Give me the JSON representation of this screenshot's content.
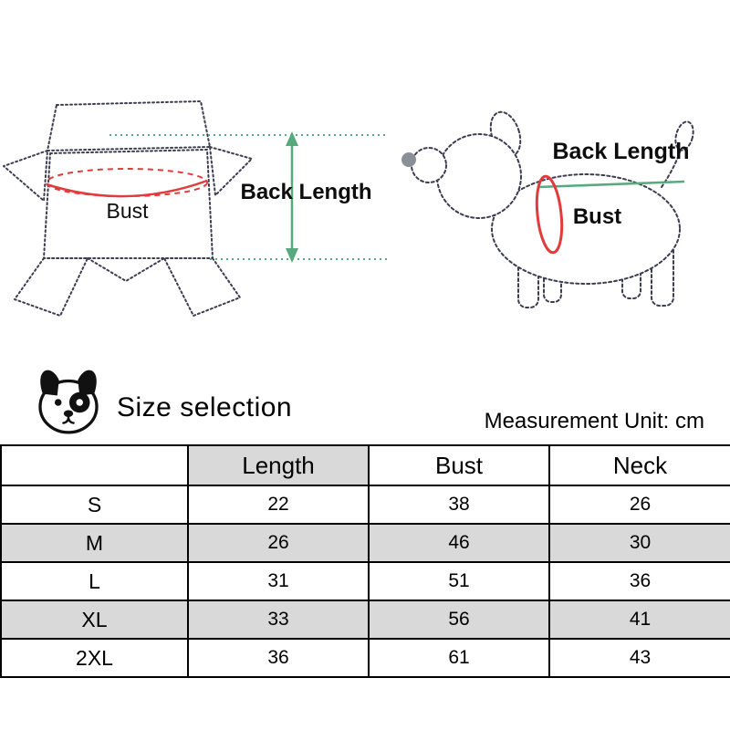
{
  "diagrams": {
    "garment": {
      "bust_label": "Bust",
      "back_length_label": "Back Length"
    },
    "dog": {
      "back_length_label": "Back Length",
      "bust_label": "Bust"
    }
  },
  "section_header": {
    "title": "Size selection",
    "unit_note": "Measurement Unit: cm"
  },
  "size_table": {
    "columns": [
      "",
      "Length",
      "Bust",
      "Neck"
    ],
    "rows": [
      {
        "size": "S",
        "length": "22",
        "bust": "38",
        "neck": "26"
      },
      {
        "size": "M",
        "length": "26",
        "bust": "46",
        "neck": "30"
      },
      {
        "size": "L",
        "length": "31",
        "bust": "51",
        "neck": "36"
      },
      {
        "size": "XL",
        "length": "33",
        "bust": "56",
        "neck": "41"
      },
      {
        "size": "2XL",
        "length": "36",
        "bust": "61",
        "neck": "43"
      }
    ]
  },
  "colors": {
    "measure_green": "#57a97e",
    "highlight_red": "#e23b3b",
    "row_shade": "#d9d9d9",
    "sketch_ink": "#3d3d52"
  }
}
